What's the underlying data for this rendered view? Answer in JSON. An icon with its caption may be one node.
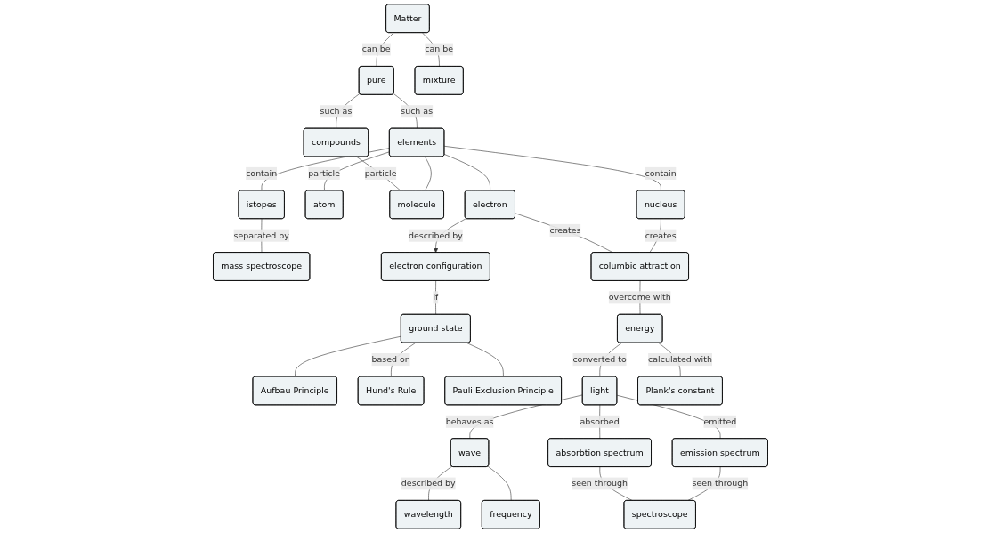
{
  "diagram": {
    "nodes": [
      {
        "text": [
          "Matter"
        ]
      },
      {
        "text": [
          "pure"
        ]
      },
      {
        "text": [
          "mixture"
        ]
      },
      {
        "text": [
          "elements"
        ]
      },
      {
        "text": [
          "compounds"
        ]
      },
      {
        "text": [
          "istopes"
        ]
      },
      {
        "text": [
          "atom"
        ]
      },
      {
        "text": [
          "molecule"
        ]
      },
      {
        "text": [
          "mass spectroscope"
        ]
      },
      {
        "text": [
          "nucleus"
        ]
      },
      {
        "text": [
          "electron"
        ]
      },
      {
        "text": [
          "electron configuration"
        ]
      },
      {
        "text": [
          "columbic attraction"
        ]
      },
      {
        "text": [
          "ground state"
        ]
      },
      {
        "text": [
          "energy"
        ]
      },
      {
        "text": [
          "Aufbau Principle"
        ]
      },
      {
        "text": [
          "Hund's Rule"
        ]
      },
      {
        "text": [
          "Pauli Exclusion Principle"
        ]
      },
      {
        "text": [
          "light"
        ]
      },
      {
        "text": [
          "wave"
        ]
      },
      {
        "text": [
          "Plank's constant"
        ]
      },
      {
        "text": [
          "emission spectrum"
        ]
      },
      {
        "text": [
          "absorbtion spectrum"
        ]
      },
      {
        "text": [
          "wavelength"
        ]
      },
      {
        "text": [
          "frequency"
        ]
      },
      {
        "text": [
          "spectroscope"
        ]
      }
    ],
    "edges": [
      {
        "from": 0,
        "to": 1,
        "label": "can be",
        "arrow": "none"
      },
      {
        "from": 0,
        "to": 2,
        "label": "can be",
        "arrow": "none"
      },
      {
        "from": 1,
        "to": 3,
        "label": "such as",
        "arrow": "none"
      },
      {
        "from": 1,
        "to": 4,
        "label": "such as",
        "arrow": "none"
      },
      {
        "from": 3,
        "to": 5,
        "label": "contain",
        "arrow": "none"
      },
      {
        "from": 3,
        "to": 6,
        "label": "particle",
        "arrow": "none"
      },
      {
        "from": 3,
        "to": 7,
        "arrow": "none"
      },
      {
        "from": 4,
        "to": 7,
        "label": "particle",
        "arrow": "none"
      },
      {
        "from": 5,
        "to": 8,
        "label": "separated by",
        "arrow": "none"
      },
      {
        "from": 3,
        "to": 9,
        "label": "contain",
        "arrow": "none"
      },
      {
        "from": 3,
        "to": 10,
        "arrow": "none"
      },
      {
        "from": 10,
        "to": 11,
        "label": "described by",
        "arrow": "to"
      },
      {
        "from": 9,
        "to": 12,
        "label": "creates",
        "arrow": "none"
      },
      {
        "from": 10,
        "to": 12,
        "label": "creates",
        "arrow": "none"
      },
      {
        "from": 11,
        "to": 13,
        "label": "if",
        "arrow": "none"
      },
      {
        "from": 12,
        "to": 14,
        "label": "overcome with",
        "arrow": "none"
      },
      {
        "from": 13,
        "to": 15,
        "arrow": "none"
      },
      {
        "from": 13,
        "to": 16,
        "label": "based on",
        "arrow": "none"
      },
      {
        "from": 13,
        "to": 17,
        "arrow": "none"
      },
      {
        "from": 14,
        "to": 20,
        "label": "calculated with",
        "arrow": "none"
      },
      {
        "from": 14,
        "to": 18,
        "label": "converted to",
        "arrow": "none"
      },
      {
        "from": 18,
        "to": 19,
        "label": "behaves as",
        "arrow": "none"
      },
      {
        "from": 18,
        "to": 21,
        "label": "emitted",
        "arrow": "none"
      },
      {
        "from": 18,
        "to": 22,
        "label": "absorbed",
        "arrow": "none"
      },
      {
        "from": 19,
        "to": 23,
        "label": "described by",
        "arrow": "none"
      },
      {
        "from": 19,
        "to": 24,
        "arrow": "none"
      },
      {
        "from": 21,
        "to": 25,
        "label": "seen through",
        "arrow": "none"
      },
      {
        "from": 22,
        "to": 25,
        "label": "seen through",
        "arrow": "none"
      }
    ]
  }
}
